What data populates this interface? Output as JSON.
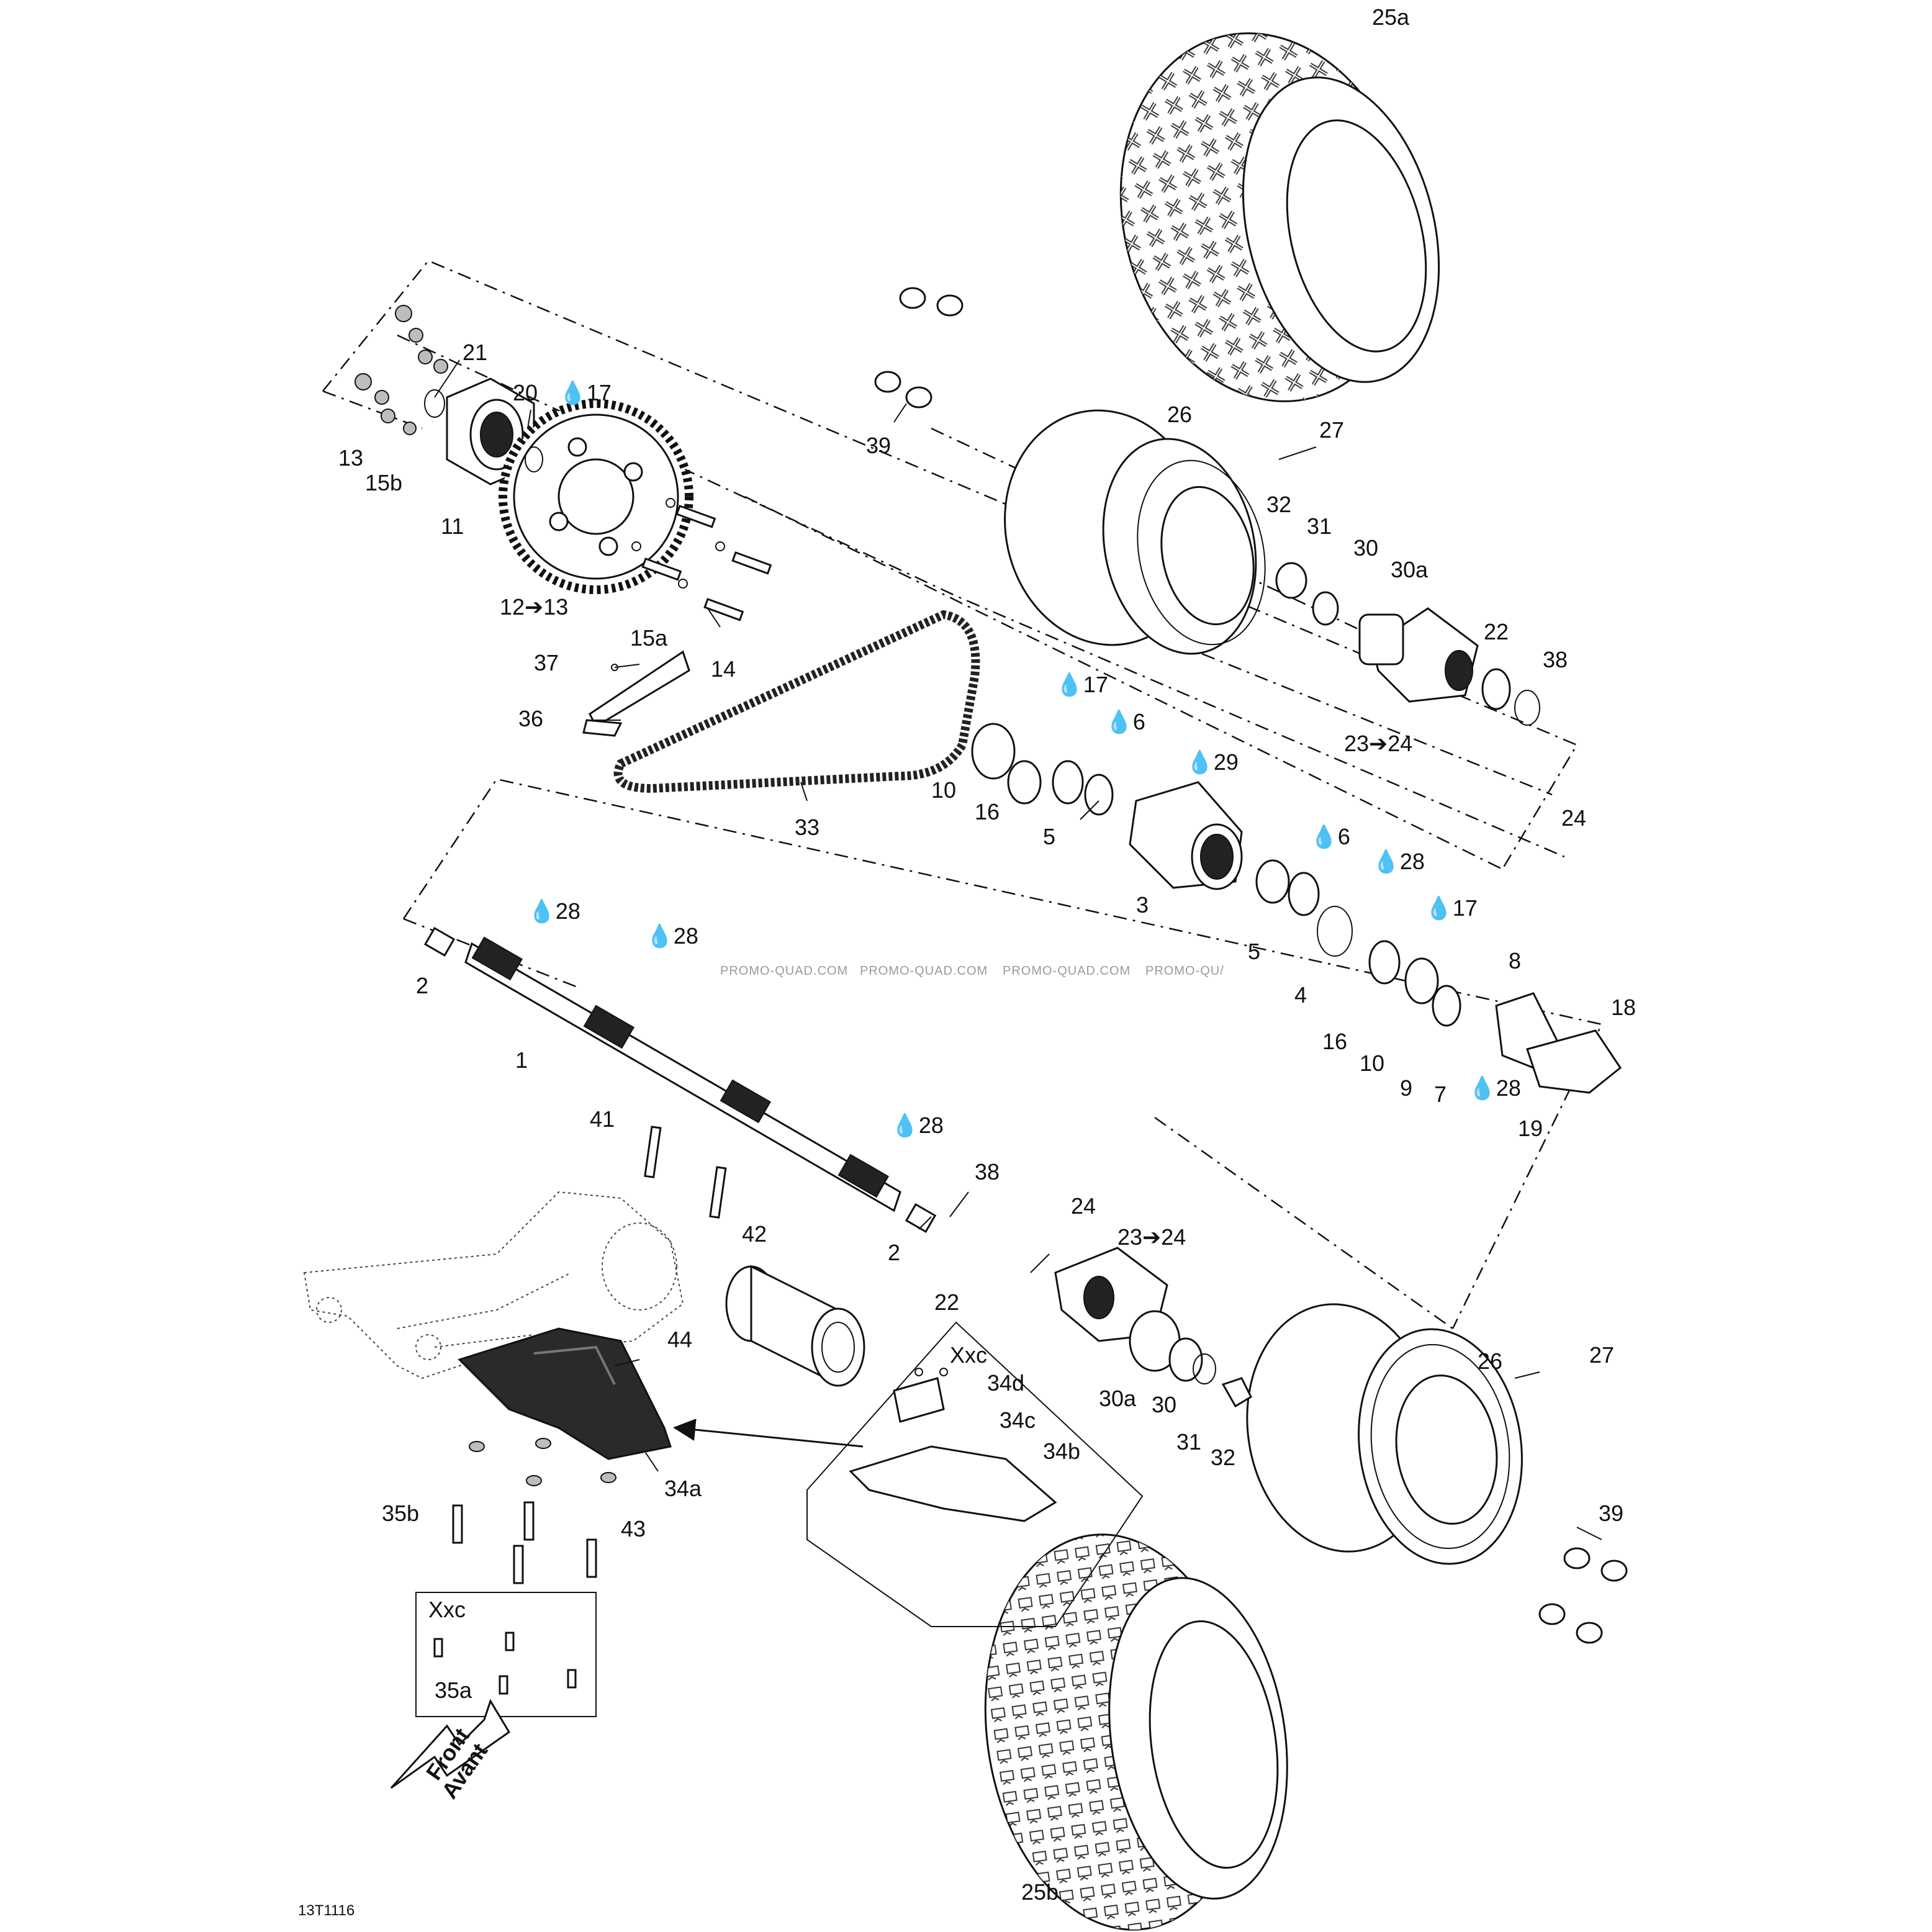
{
  "drawing_code": "13T1116",
  "watermark": [
    "PROMO-QUAD.COM",
    "PROMO-QUAD.COM",
    "PROMO-QUAD.COM",
    "PROMO-QU/"
  ],
  "direction_arrow": {
    "line1": "Front",
    "line2": "Avant"
  },
  "inset_34": {
    "title": "Xxc",
    "labels": {
      "a": "34d",
      "b": "34c",
      "c": "34b"
    }
  },
  "inset_35": {
    "title": "Xxc",
    "label": "35a"
  },
  "labels": {
    "l25a": "25a",
    "l21": "21",
    "l20": "20",
    "l17a": "17",
    "l13a": "13",
    "l15b": "15b",
    "l11": "11",
    "l12": "12",
    "l12b": "13",
    "l15a": "15a",
    "l14": "14",
    "l39a": "39",
    "l26a": "26",
    "l27a": "27",
    "l32a": "32",
    "l31a": "31",
    "l30a": "30",
    "l30aa": "30a",
    "l22a": "22",
    "l38a": "38",
    "l23a": "23",
    "l23b": "24",
    "l24a": "24",
    "l37": "37",
    "l36": "36",
    "l33": "33",
    "l17b": "17",
    "l6a": "6",
    "l10a": "10",
    "l16a": "16",
    "l5a": "5",
    "l29": "29",
    "l3": "3",
    "l6b": "6",
    "l28a": "28",
    "l17c": "17",
    "l5b": "5",
    "l4": "4",
    "l16b": "16",
    "l10b": "10",
    "l9": "9",
    "l7": "7",
    "l8": "8",
    "l18": "18",
    "l28b": "28",
    "l19": "19",
    "l2a": "2",
    "l28c": "28",
    "l28d": "28",
    "l1": "1",
    "l28e": "28",
    "l41": "41",
    "l42": "42",
    "l38b": "38",
    "l2b": "2",
    "l24b": "24",
    "l23c": "23",
    "l23d": "24",
    "l22b": "22",
    "l44": "44",
    "l30ab": "30a",
    "l30b": "30",
    "l31b": "31",
    "l32b": "32",
    "l26b": "26",
    "l27b": "27",
    "l34a": "34a",
    "l35b": "35b",
    "l43": "43",
    "l39b": "39",
    "l25b": "25b"
  }
}
